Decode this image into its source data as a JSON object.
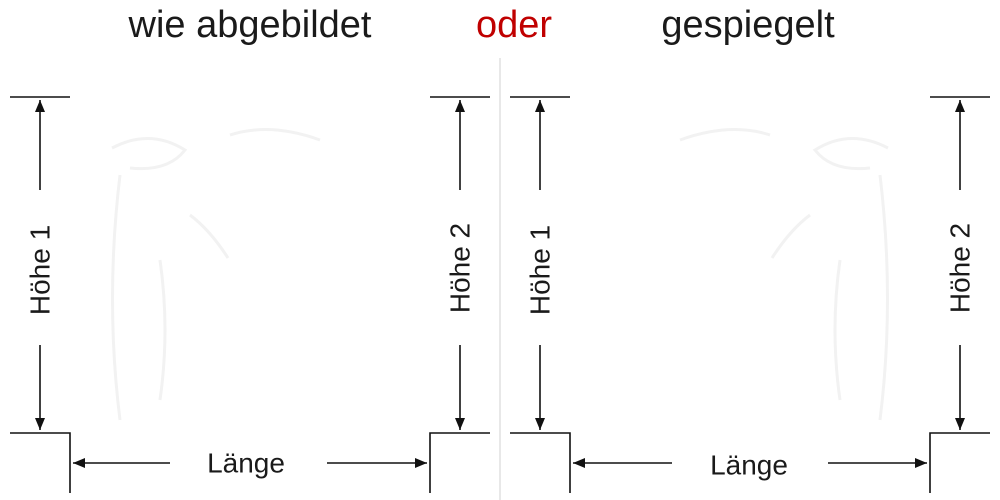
{
  "header": {
    "left_label": "wie abgebildet",
    "middle_label": "oder",
    "right_label": "gespiegelt"
  },
  "diagrams": {
    "left": {
      "height1_label": "Höhe 1",
      "height2_label": "Höhe 2",
      "length_label": "Länge"
    },
    "right": {
      "height1_label": "Höhe 1",
      "height2_label": "Höhe 2",
      "length_label": "Länge"
    }
  },
  "colors": {
    "text": "#1a1a1a",
    "accent": "#c00000",
    "divider": "#d9d9d9",
    "lines": "#111111"
  }
}
